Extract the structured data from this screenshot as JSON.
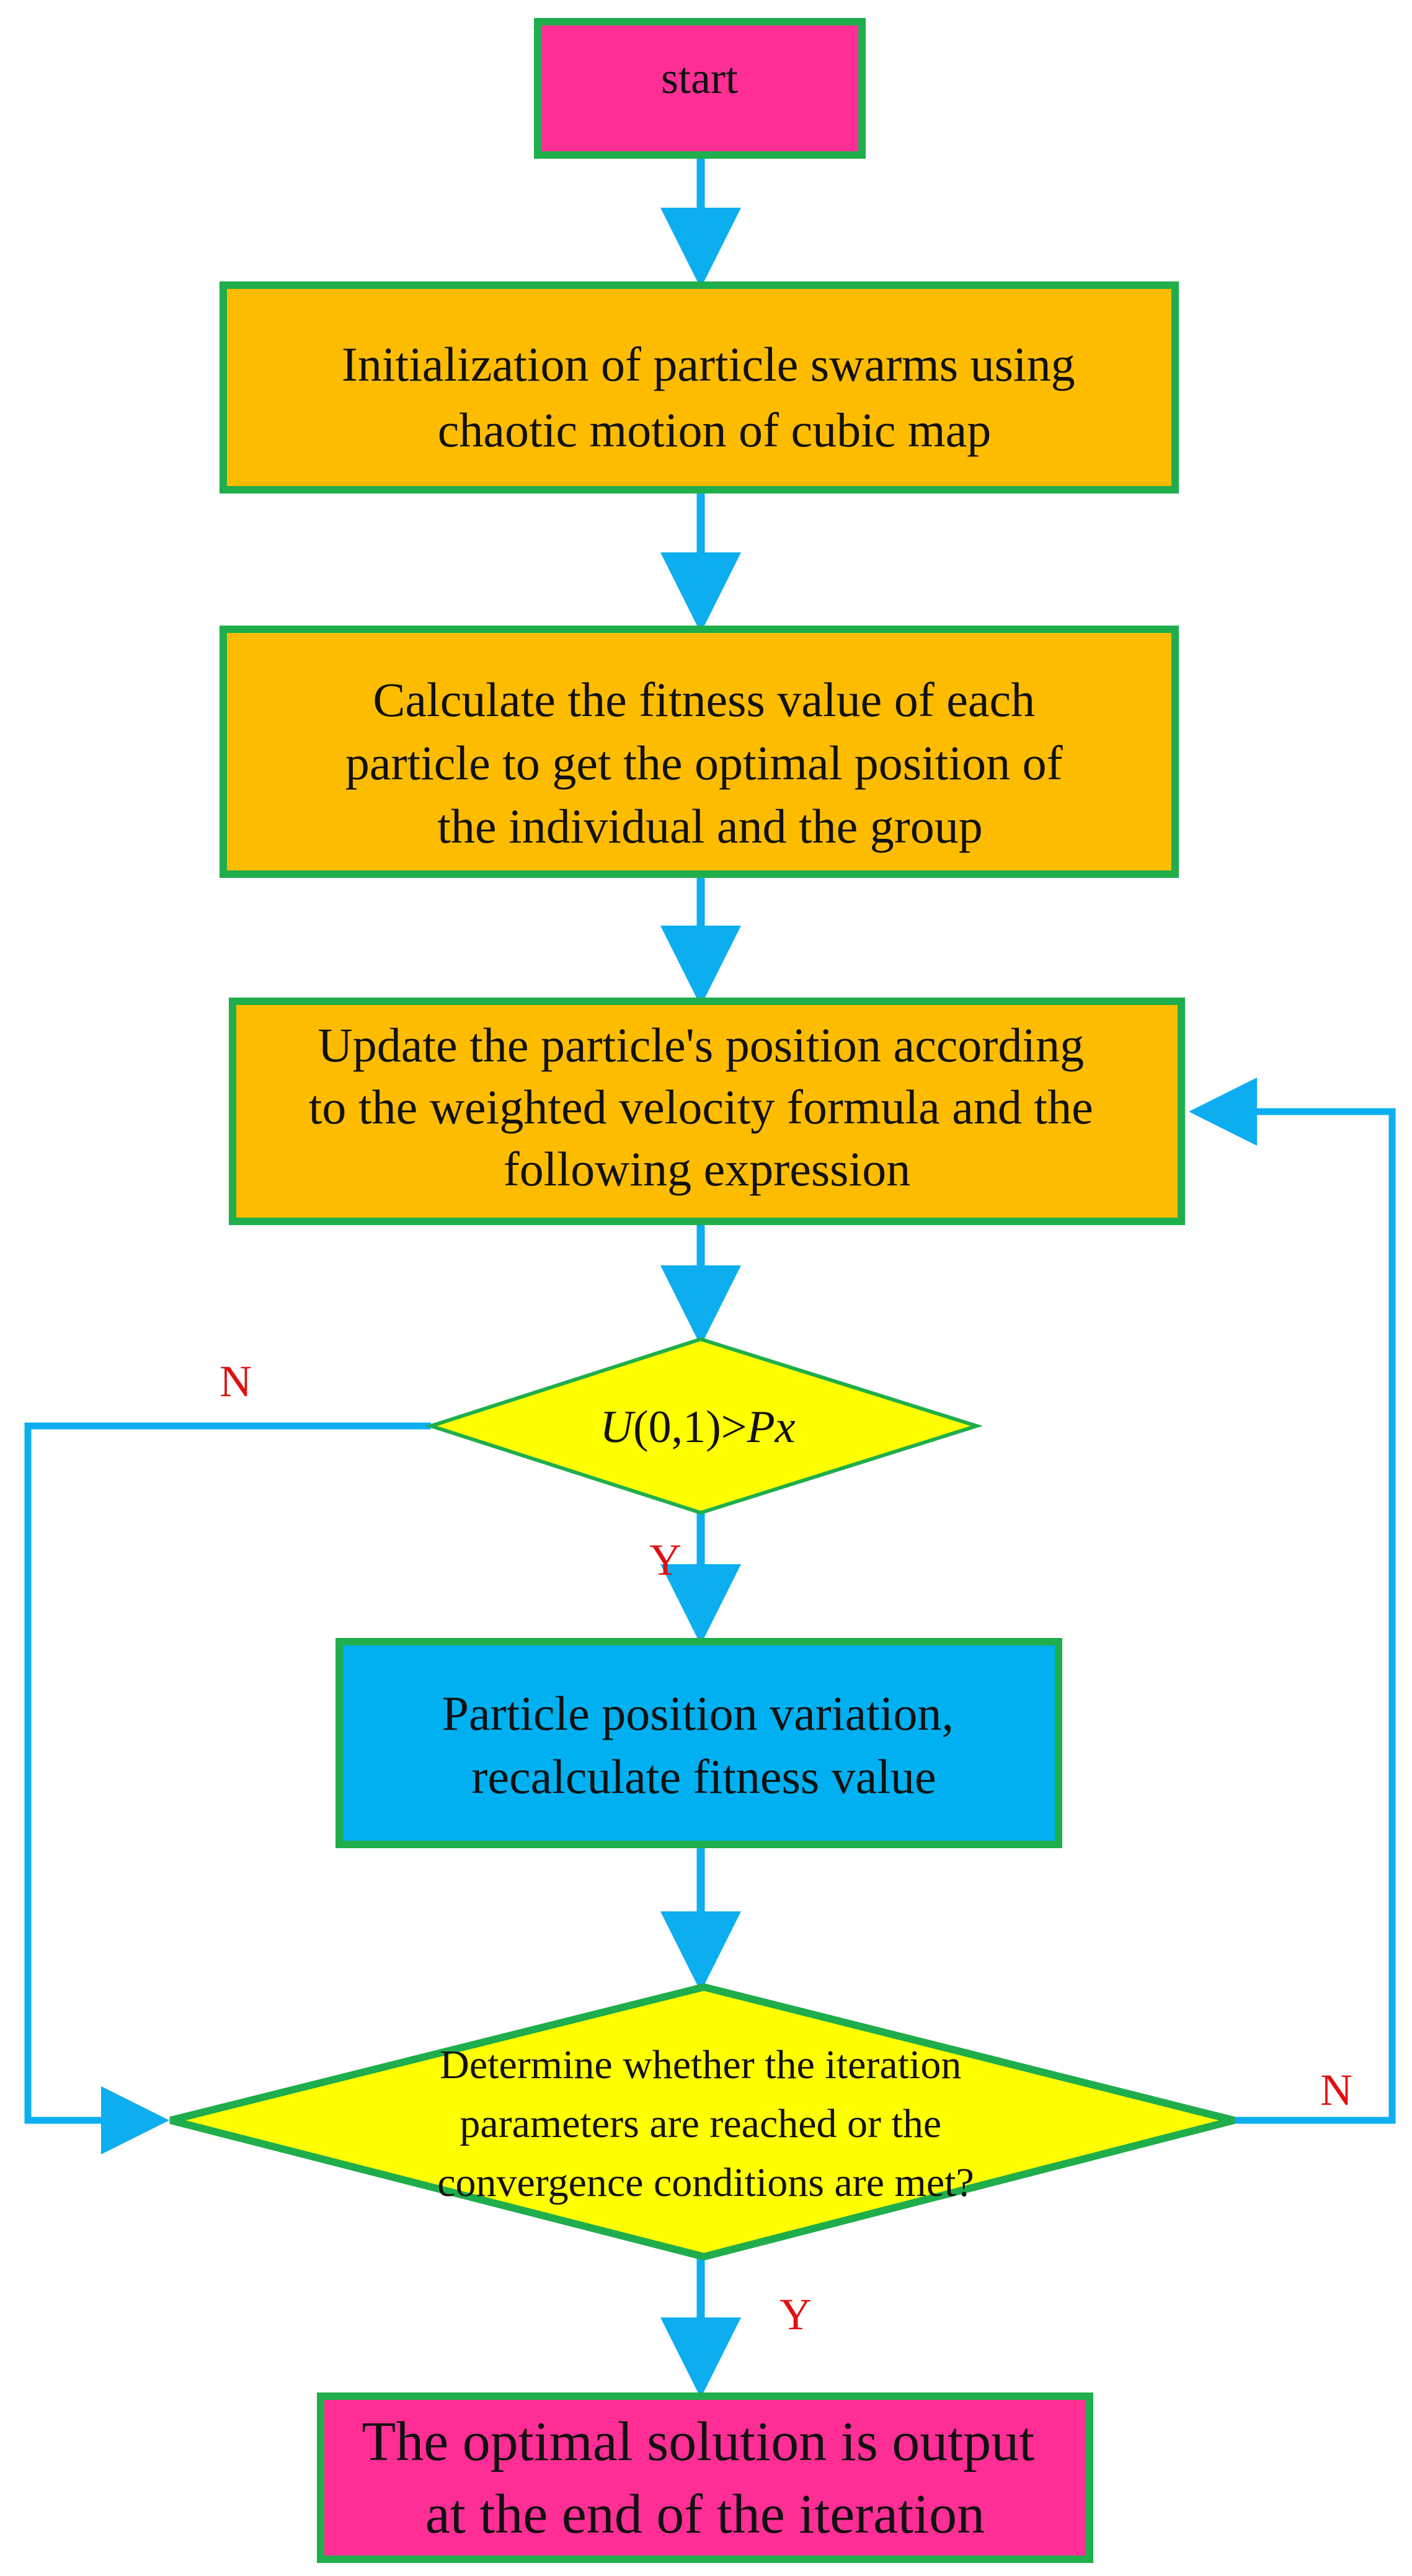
{
  "colors": {
    "terminal_fill": "#FF2E95",
    "process_fill": "#FDBC00",
    "variation_fill": "#00B0F0",
    "decision_fill": "#FFFF00",
    "box_border": "#1FAE4B",
    "arrow": "#0CAEEF",
    "branch_label": "#E01010",
    "text": "#111111"
  },
  "nodes": {
    "start": {
      "text": "start"
    },
    "init": {
      "lines": [
        "Initialization of particle swarms using",
        "chaotic motion of cubic map"
      ]
    },
    "fitness": {
      "lines": [
        "Calculate the fitness value of each",
        "particle to get the optimal position of",
        "the individual and the group"
      ]
    },
    "update": {
      "lines": [
        "Update the particle's position according",
        "to the weighted velocity formula and the",
        "following expression"
      ]
    },
    "decision1": {
      "u": "U",
      "args": "(0,1)>",
      "px": "Px"
    },
    "variation": {
      "lines": [
        "Particle position variation,",
        "recalculate fitness value"
      ]
    },
    "decision2": {
      "lines": [
        "Determine whether the iteration",
        "parameters are reached or the",
        "convergence conditions are met?"
      ]
    },
    "output": {
      "lines": [
        "The optimal solution is output",
        "at the end of the iteration"
      ]
    }
  },
  "labels": {
    "d1_no": "N",
    "d1_yes": "Y",
    "d2_no": "N",
    "d2_yes": "Y"
  }
}
